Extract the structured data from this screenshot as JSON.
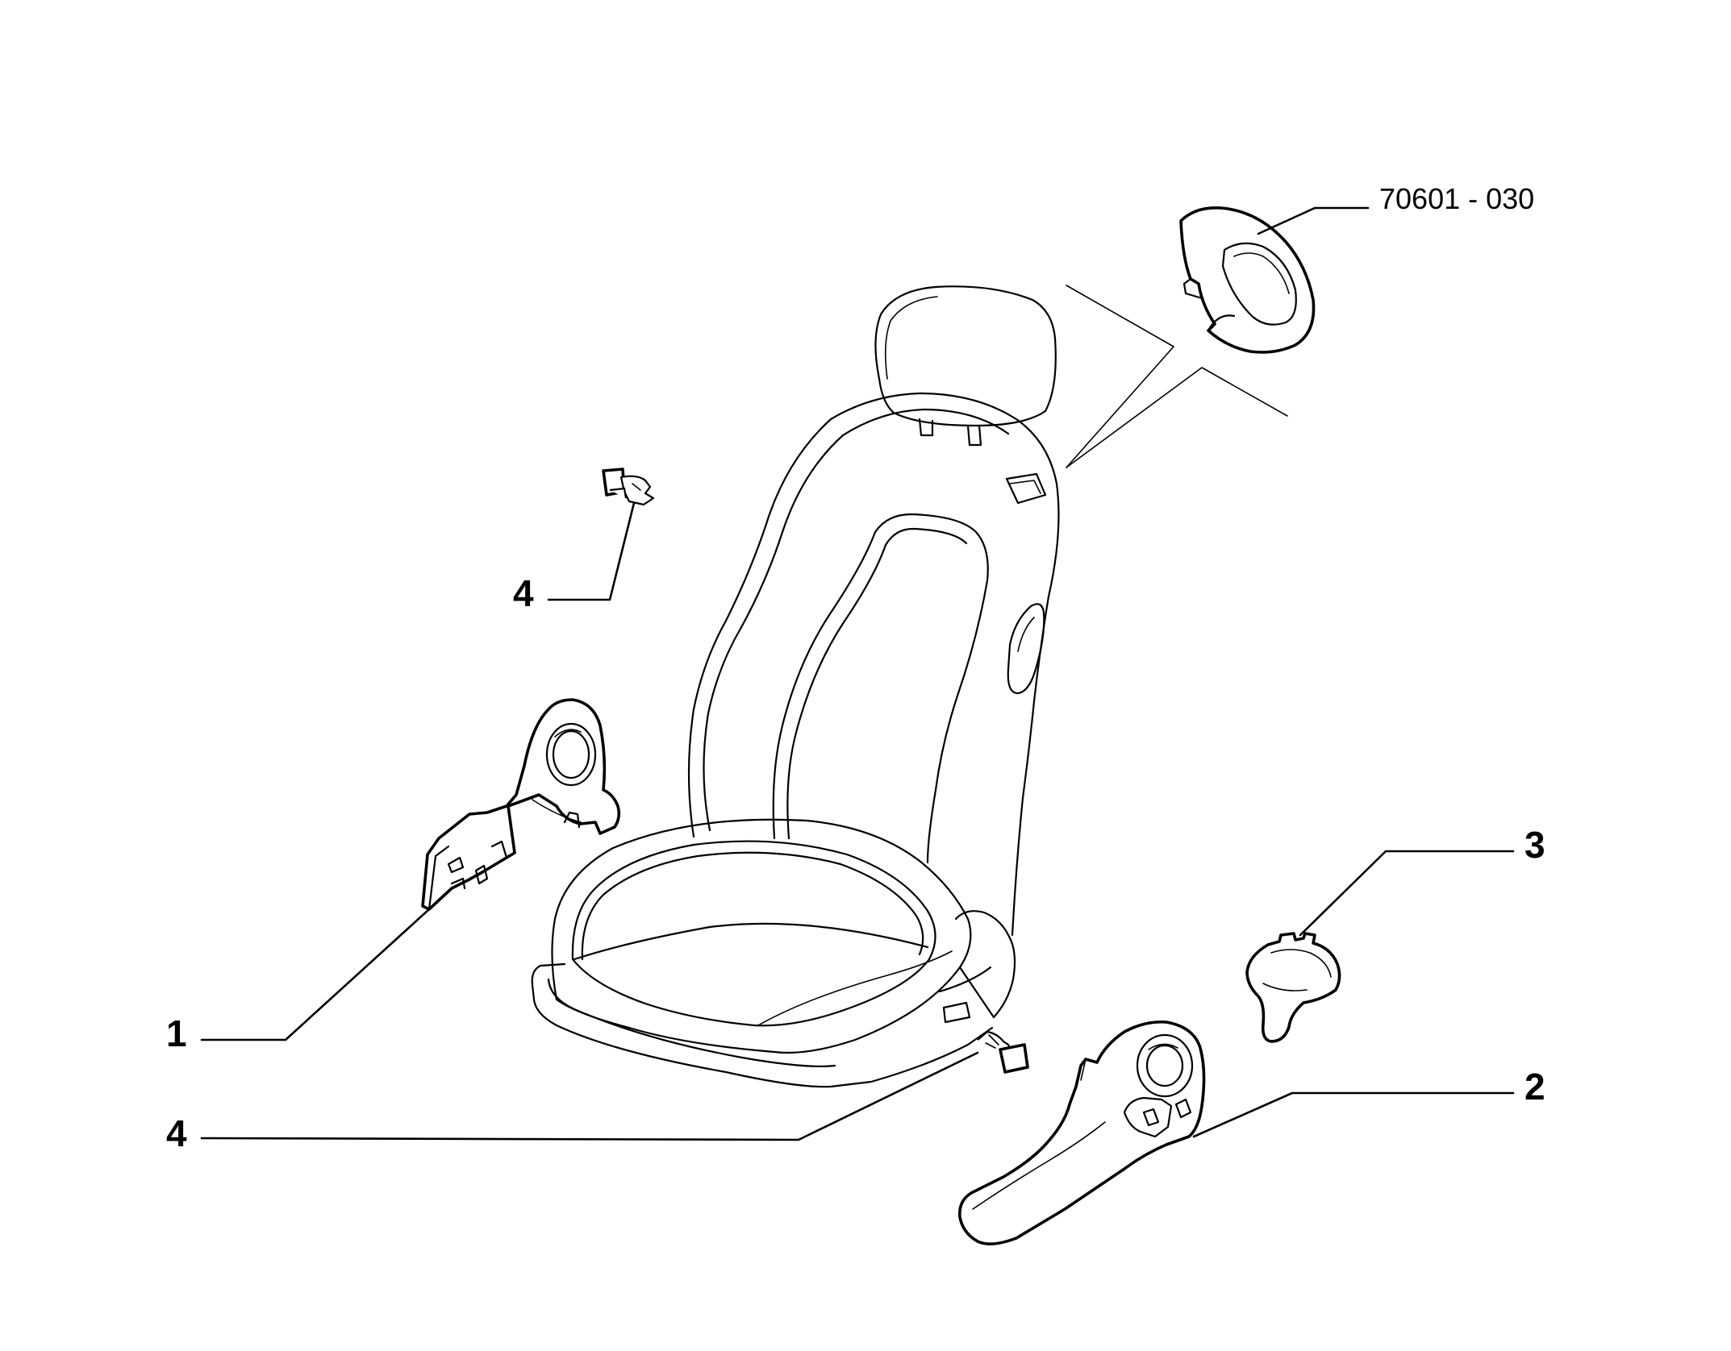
{
  "drawing_code": "70601 - 030",
  "callouts": {
    "part_1": "1",
    "part_2": "2",
    "part_3": "3",
    "part_4_top": "4",
    "part_4_bottom": "4"
  }
}
